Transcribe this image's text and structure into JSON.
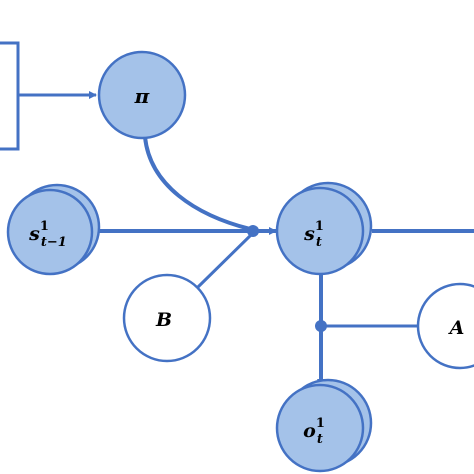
{
  "colors": {
    "node_fill": "#a4c2e9",
    "node_stroke": "#4472c4",
    "edge": "#4472c4",
    "white_node_fill": "#ffffff",
    "text": "#000000"
  },
  "nodes": {
    "pi": {
      "label": "π",
      "style": "filled"
    },
    "s_prev": {
      "label": "s",
      "sup": "1",
      "sub": "t−1",
      "style": "stacked"
    },
    "s_t": {
      "label": "s",
      "sup": "1",
      "sub": "t",
      "style": "stacked"
    },
    "o_t": {
      "label": "o",
      "sup": "1",
      "sub": "t",
      "style": "stacked"
    },
    "B": {
      "label": "B",
      "style": "white"
    },
    "A": {
      "label": "A",
      "style": "white"
    }
  }
}
